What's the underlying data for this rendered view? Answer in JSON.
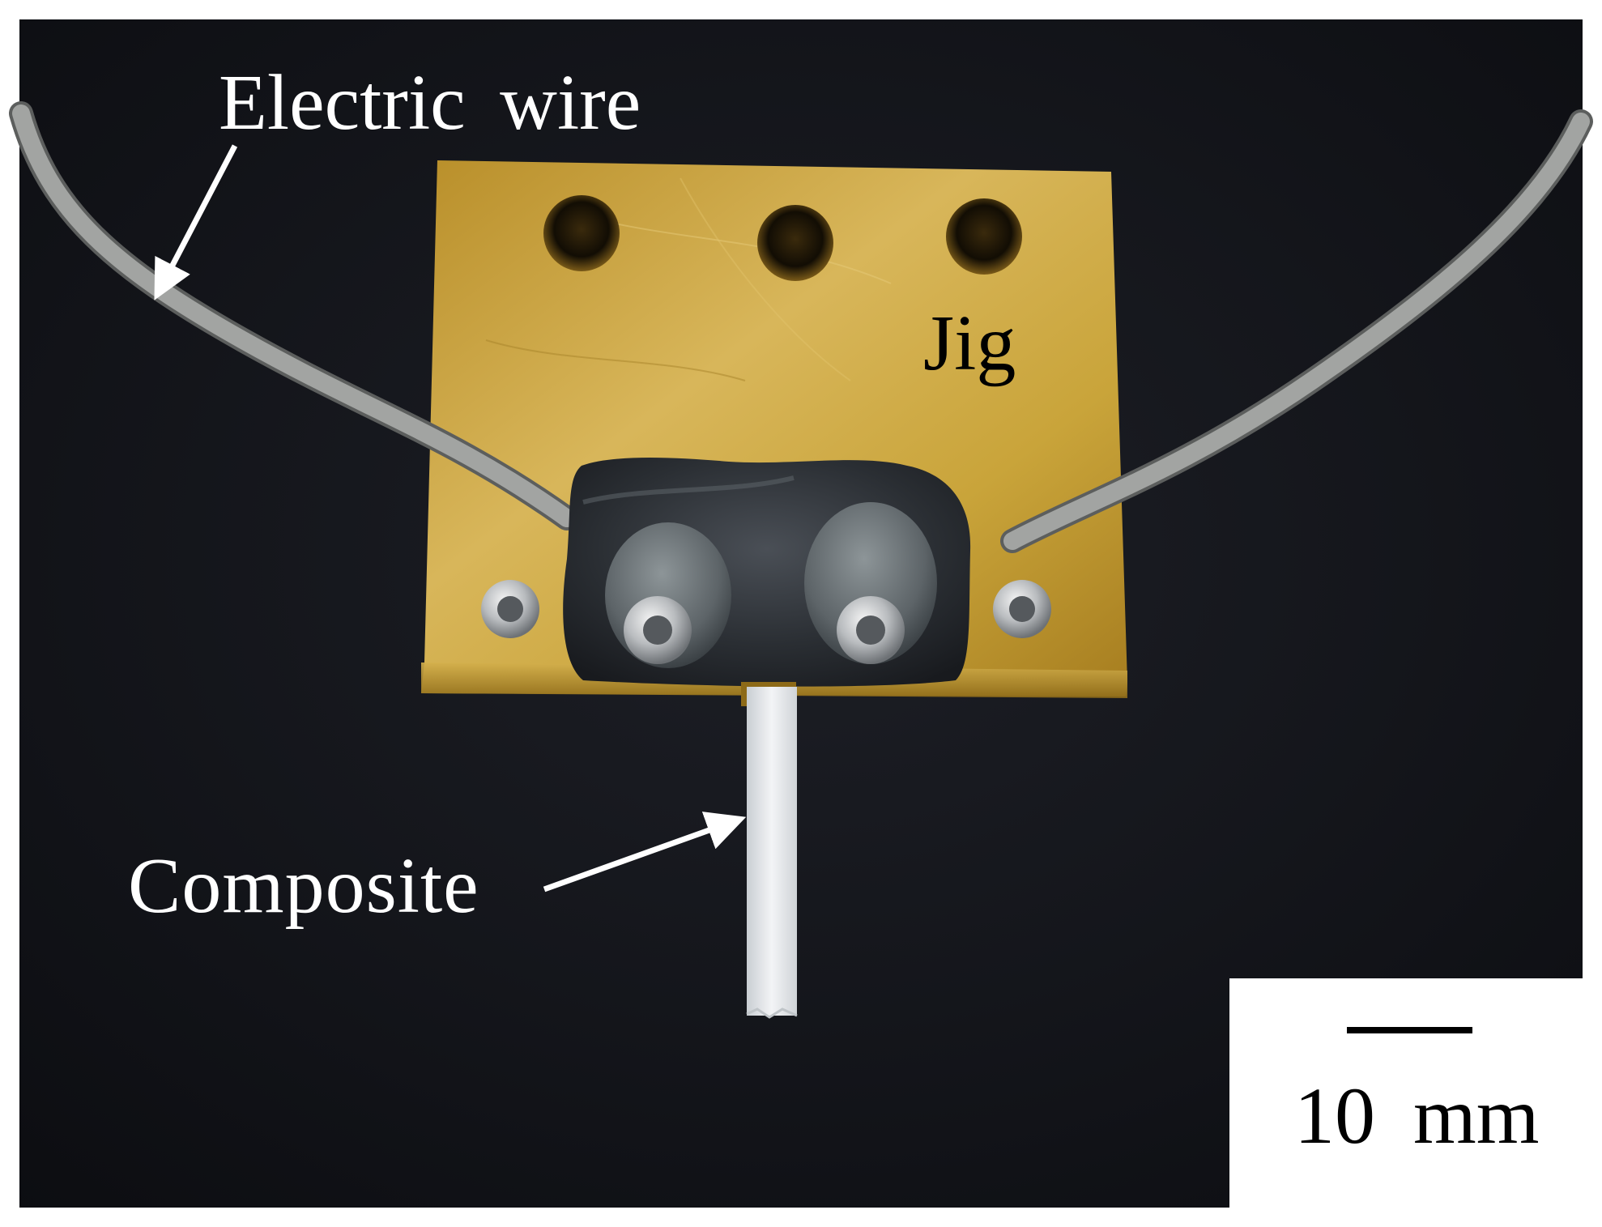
{
  "labels": {
    "electric_wire": "Electric wire",
    "jig": "Jig",
    "composite": "Composite"
  },
  "scale_bar": {
    "label": "10 mm"
  },
  "colors": {
    "background_cloth": "#14151a",
    "brass_jig": "#c9a43a",
    "epoxy": "#2a2e33",
    "wire": "#9a9c9a",
    "composite_strip": "#e8eaec",
    "label_text": "#ffffff",
    "scale_box": "#ffffff"
  }
}
